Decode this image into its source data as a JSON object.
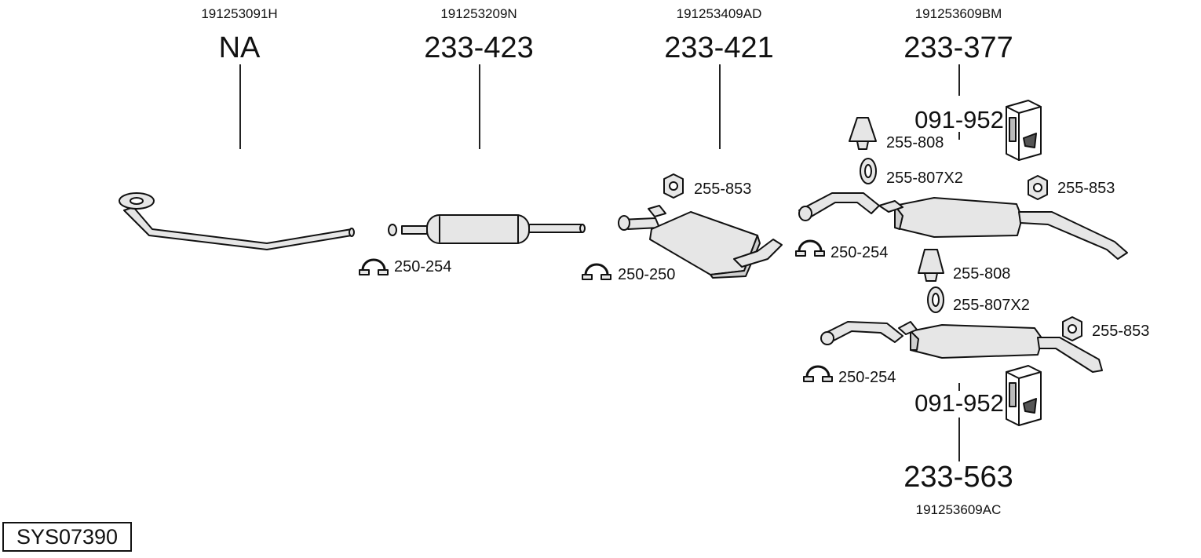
{
  "columns": [
    {
      "oe_number": "191253091H",
      "part_number": "NA"
    },
    {
      "oe_number": "191253209N",
      "part_number": "233-423"
    },
    {
      "oe_number": "191253409AD",
      "part_number": "233-421"
    },
    {
      "oe_number": "191253609BM",
      "part_number": "233-377"
    }
  ],
  "lower_part": {
    "part_number": "233-563",
    "oe_number": "191253609AC"
  },
  "mount_kits": [
    "091-952",
    "091-952"
  ],
  "accessories": {
    "clamp_a": "250-254",
    "clamp_b": "250-250",
    "clamp_c": "250-254",
    "clamp_d": "250-254",
    "hanger_rubber_1": "255-853",
    "hanger_rubber_2": "255-853",
    "hanger_rubber_3": "255-853",
    "hanger_1": "255-808",
    "hanger_2": "255-808",
    "ring_1": "255-807X2",
    "ring_2": "255-807X2"
  },
  "system_code": "SYS07390"
}
